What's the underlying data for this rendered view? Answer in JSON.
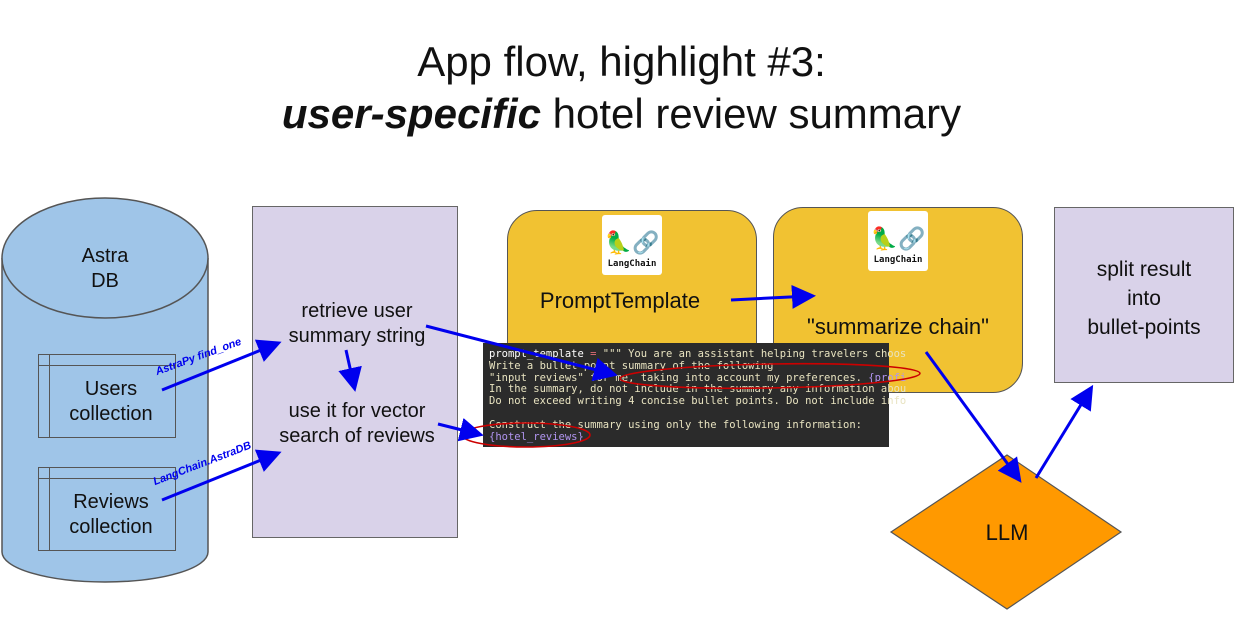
{
  "title": {
    "line1": "App flow, highlight #3:",
    "line2_emphasis": "user-specific",
    "line2_rest": " hotel review summary"
  },
  "database": {
    "name_line1": "Astra",
    "name_line2": "DB",
    "collections": [
      {
        "line1": "Users",
        "line2": "collection"
      },
      {
        "line1": "Reviews",
        "line2": "collection"
      }
    ]
  },
  "edge_labels": {
    "users_edge": "AstraPy find_one",
    "reviews_edge": "LangChain.AstraDB"
  },
  "process_box": {
    "step1_line1": "retrieve user",
    "step1_line2": "summary string",
    "step2_line1": "use it for vector",
    "step2_line2": "search of reviews"
  },
  "prompt_box": {
    "label": "PromptTemplate",
    "logo_text": "LangChain"
  },
  "chain_box": {
    "label": "\"summarize chain\"",
    "logo_text": "LangChain"
  },
  "split_box": {
    "line1": "split result",
    "line2": "into",
    "line3": "bullet-points"
  },
  "llm": {
    "label": "LLM"
  },
  "code_snippet": {
    "line1_var": "prompt_template",
    "line1_op": " = ",
    "line1_rest": "\"\"\" You are an assistant helping travelers choos",
    "line2": "Write a bullet-point summary of the following",
    "line3_a": "\"input reviews\" for me, taking into account my preferences. ",
    "line3_b": "{profi",
    "line4": "In the summary, do not include in the summary any information abou",
    "line5": "Do not exceed writing 4 concise bullet points. Do not include info",
    "line6": "",
    "line7": "Construct the summary using only the following information:",
    "line8": "{hotel_reviews}"
  },
  "colors": {
    "cylinder_fill": "#9fc5e8",
    "lavender_fill": "#d9d2e9",
    "yellow_fill": "#f1c232",
    "llm_fill": "#ff9900",
    "arrow": "#0000ee",
    "highlight_ellipse": "#cc0000",
    "code_bg": "#2b2b2b"
  }
}
